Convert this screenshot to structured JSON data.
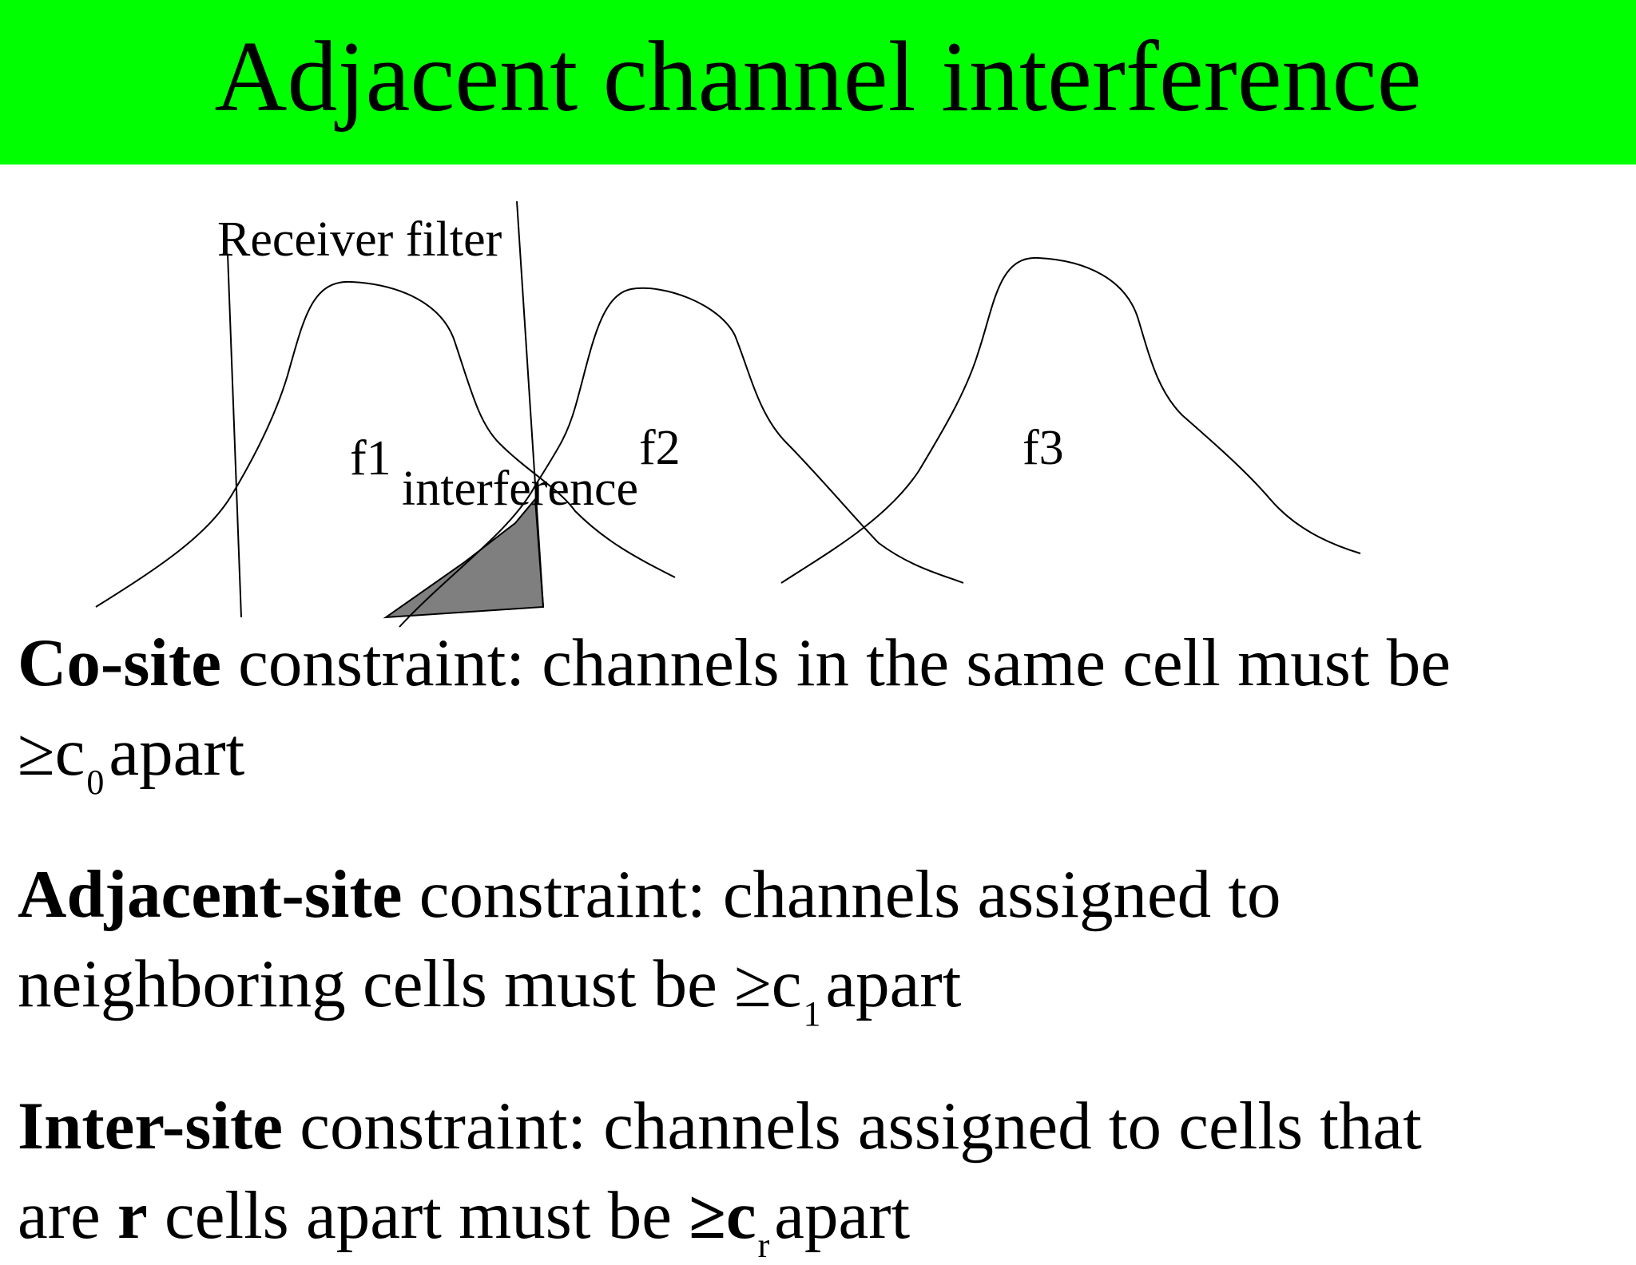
{
  "slide": {
    "title": "Adjacent channel interference",
    "title_bar_color": "#00ff00"
  },
  "diagram": {
    "receiver_filter_label": "Receiver filter",
    "interference_label": "interference",
    "channels": [
      "f1",
      "f2",
      "f3"
    ],
    "interference_fill": "#7f7f7f"
  },
  "constraints": [
    {
      "term": "Co-site",
      "line1_rest": " constraint: channels in the same cell must be",
      "line2_pre": "≥c",
      "line2_sub": "0",
      "line2_post": "apart"
    },
    {
      "term": "Adjacent-site",
      "line1_rest": " constraint: channels assigned to",
      "line2_pre": "neighboring cells must be ≥c",
      "line2_sub": "1",
      "line2_post": "apart"
    },
    {
      "term": "Inter-site",
      "line1_rest": " constraint: channels assigned to cells that",
      "line2_pre": "are ",
      "line2_bold1": "r",
      "line2_mid": " cells apart must be ",
      "line2_bold2": "≥c",
      "line2_sub": "r",
      "line2_post": "apart"
    }
  ]
}
